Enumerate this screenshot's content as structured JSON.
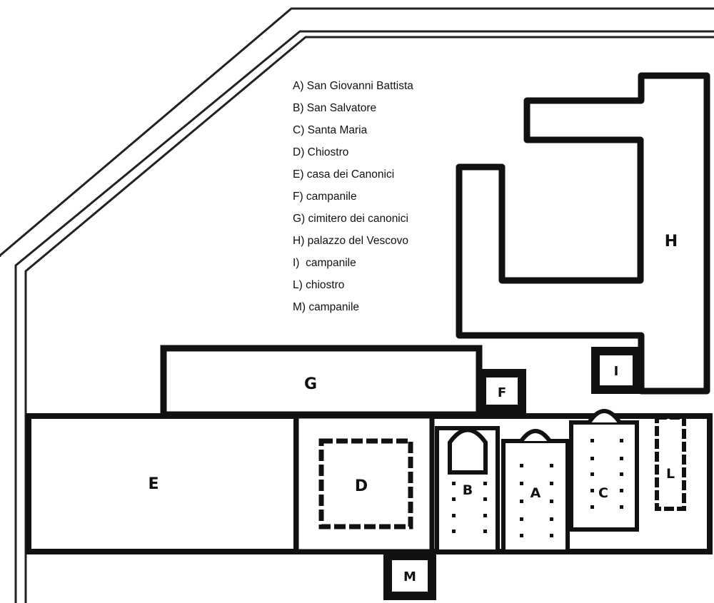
{
  "legend": [
    "A) San Giovanni Battista",
    "B) San Salvatore",
    "C) Santa Maria",
    "D) Chiostro",
    "E) casa dei Canonici",
    "F) campanile",
    "G) cimitero dei canonici",
    "H) palazzo del Vescovo",
    "I)  campanile",
    "L) chiostro",
    "M) campanile"
  ],
  "labels": {
    "A": "A",
    "B": "B",
    "C": "C",
    "D": "D",
    "E": "E",
    "F": "F",
    "G": "G",
    "H": "H",
    "I": "I",
    "L": "L",
    "M": "M"
  },
  "colors": {
    "ink": "#111111",
    "paper": "#ffffff"
  }
}
